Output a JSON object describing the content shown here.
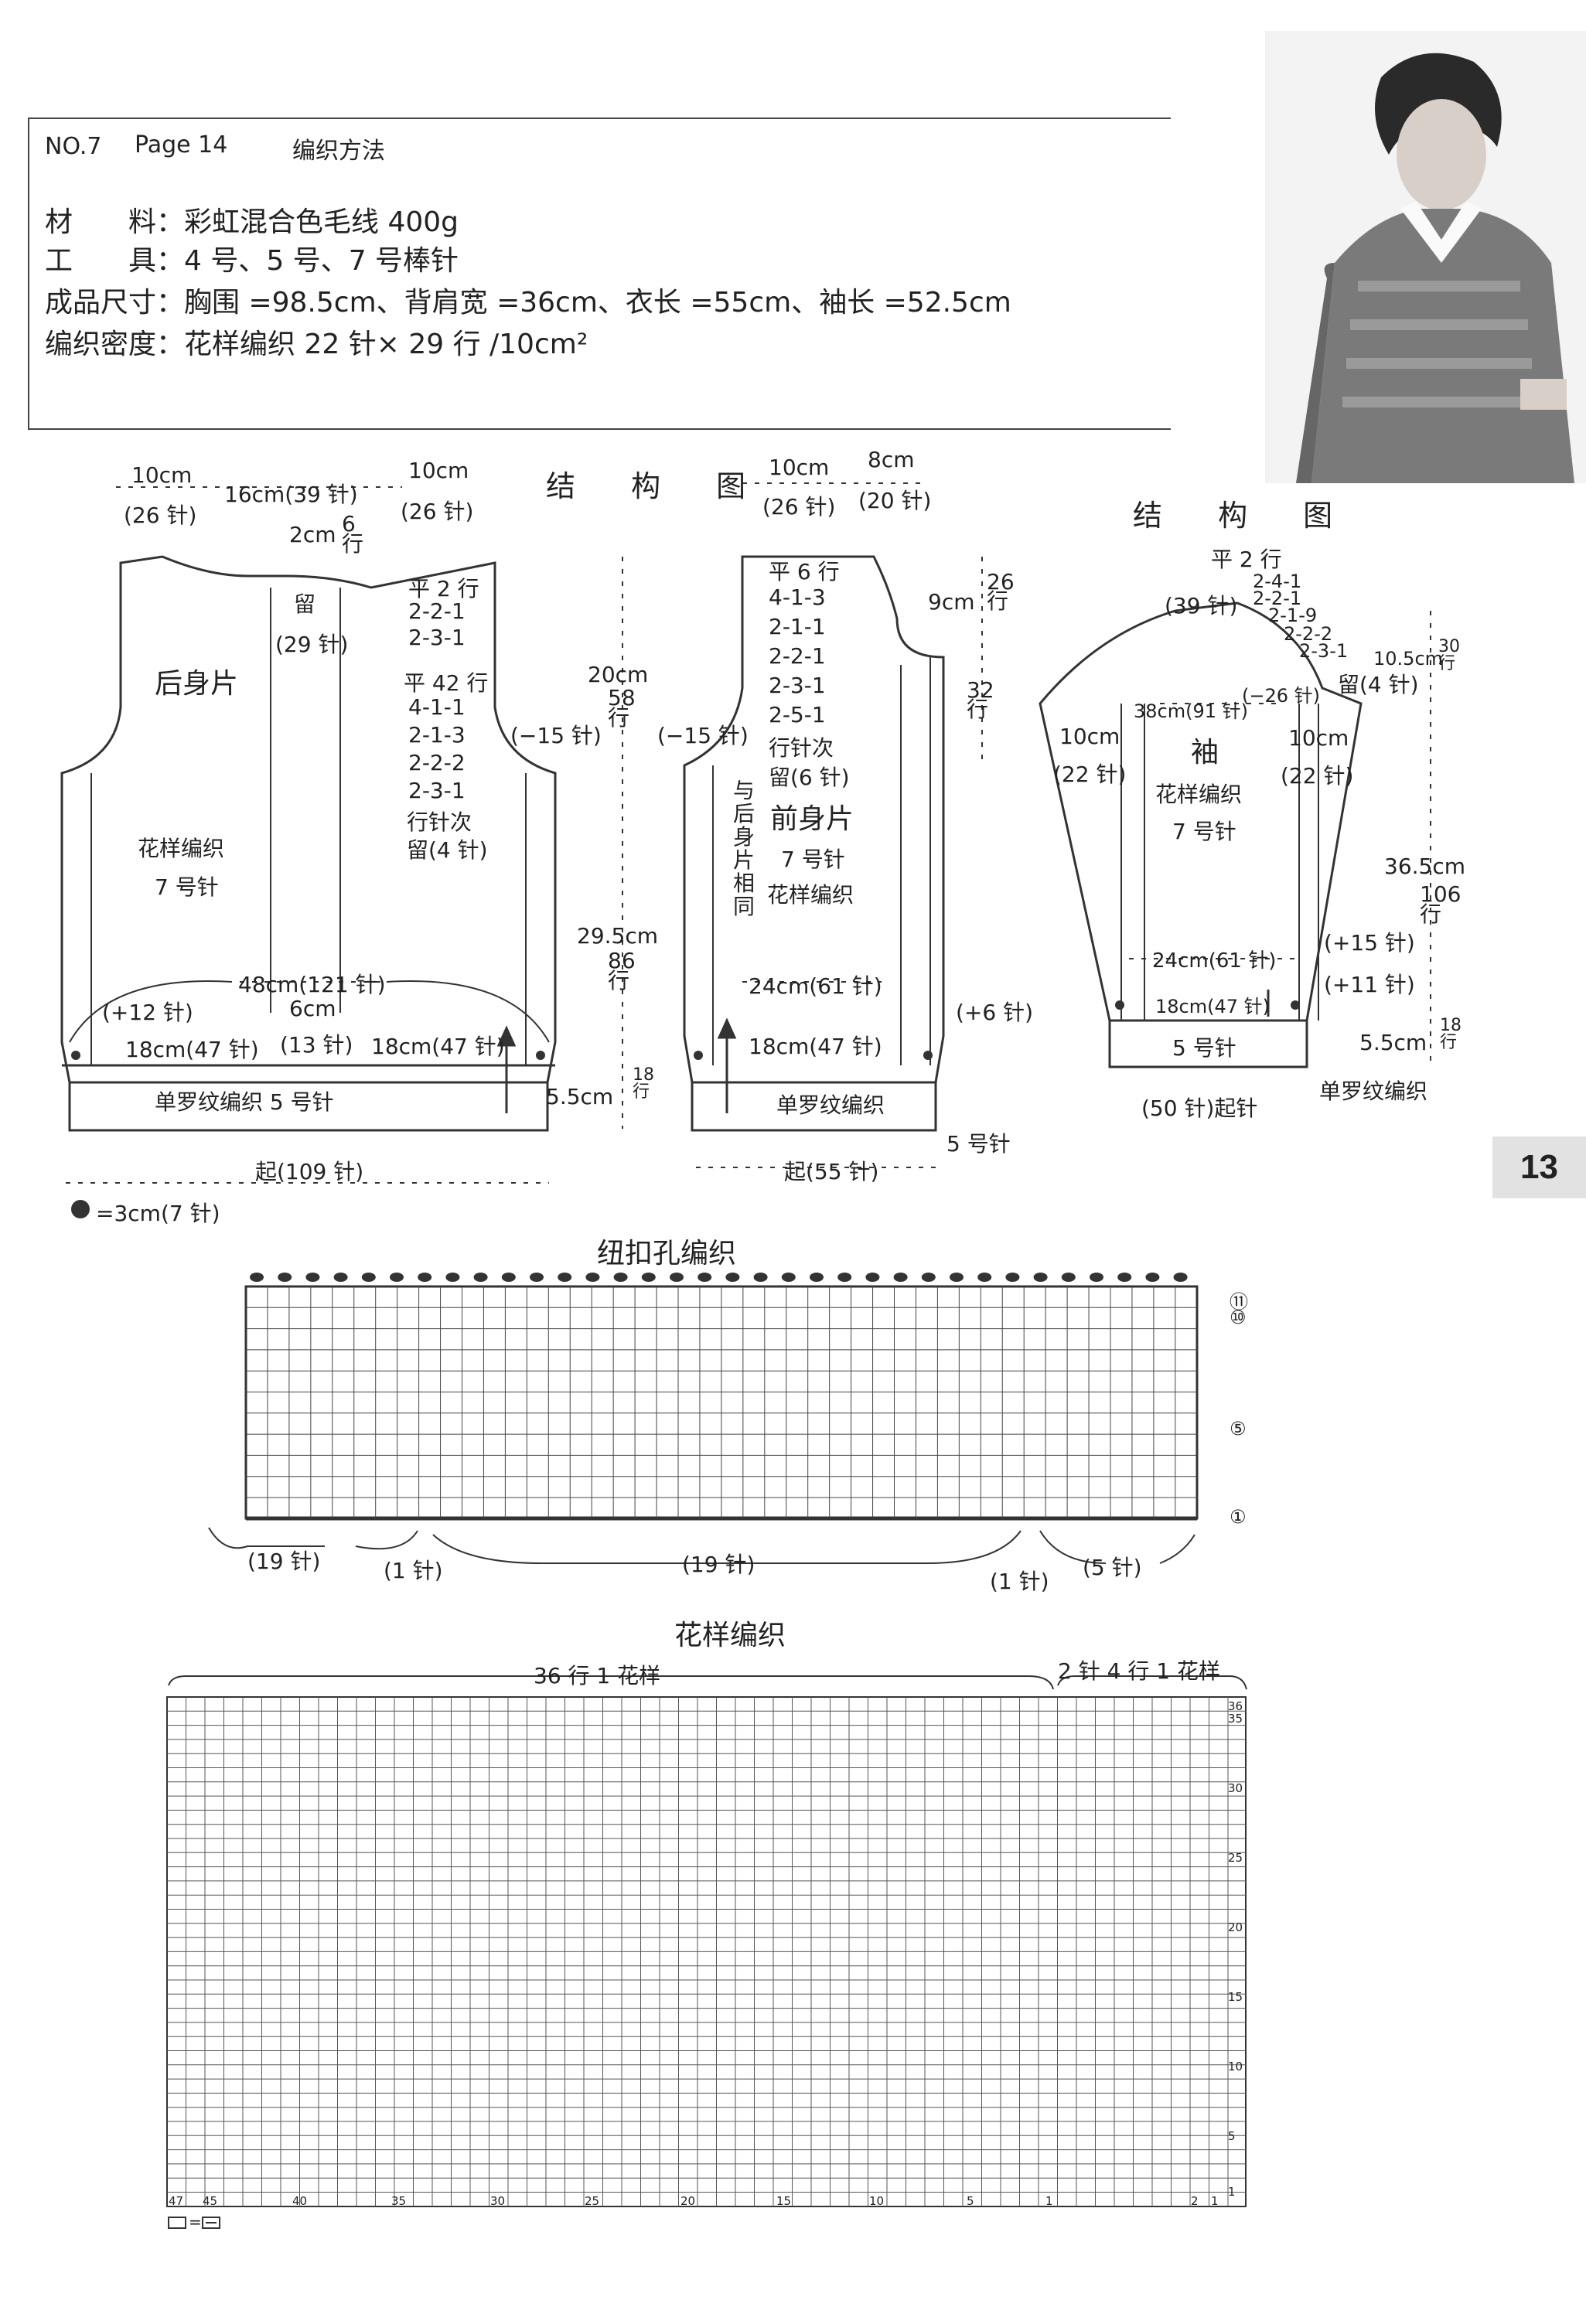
{
  "header": {
    "no": "NO.7",
    "page": "Page 14",
    "title": "编织方法"
  },
  "materials": [
    {
      "label": "材　　料：",
      "value": "彩虹混合色毛线 400g"
    },
    {
      "label": "工　　具：",
      "value": "4 号、5 号、7 号棒针"
    },
    {
      "label": "成品尺寸：",
      "value": "胸围 =98.5cm、背肩宽 =36cm、衣长 =55cm、袖长 =52.5cm"
    },
    {
      "label": "编织密度：",
      "value": "花样编织 22 针× 29 行 /10cm²"
    }
  ],
  "page_number": "13",
  "structure_title": "结 构 图",
  "back": {
    "name": "后身片",
    "pattern": "花样编织",
    "needle": "7 号针",
    "top_left": "10cm",
    "top_left_st": "(26 针)",
    "top_mid": "16cm(39 针)",
    "top_right": "10cm",
    "top_right_st": "(26 针)",
    "neck": "2cm",
    "neck_rows": "6行",
    "bind": "留",
    "bind_st": "(29 针)",
    "shoulder": [
      "平 2 行",
      "2-2-1",
      "2-3-1"
    ],
    "armhole": [
      "平 42 行",
      "4-1-1",
      "2-1-3",
      "2-2-2",
      "2-3-1",
      "行针次",
      "留(4 针)"
    ],
    "armhole_dec": "(−15 针)",
    "width": "48cm(121 针)",
    "inc": "(+12 针)",
    "mid": "6cm",
    "mid_st": "(13 针)",
    "side_left": "18cm(47 针)",
    "side_right": "18cm(47 针)",
    "rib": "单罗纹编织 5 号针",
    "cast_on": "起(109 针)",
    "height_armhole": "20cm",
    "rows_armhole": "58行",
    "height_body": "29.5cm",
    "rows_body": "86行",
    "height_rib": "5.5cm",
    "rows_rib": "18行"
  },
  "front": {
    "name": "前身片",
    "needle": "7 号针",
    "pattern": "花样编织",
    "same": "与后身片相同",
    "top_left": "10cm",
    "top_left_st": "(26 针)",
    "top_right": "8cm",
    "top_right_st": "(20 针)",
    "neck_h": "9cm",
    "neck_rows": "26行",
    "neck_rows2": "32行",
    "neck_dec": [
      "平 6 行",
      "4-1-3",
      "2-1-1",
      "2-2-1",
      "2-3-1",
      "2-5-1",
      "行针次",
      "留(6 针)"
    ],
    "armhole_dec": "(−15 针)",
    "width": "24cm(61 针)",
    "inc": "(+6 针)",
    "side": "18cm(47 针)",
    "rib": "单罗纹编织",
    "needle_rib": "5 号针",
    "cast_on": "起(55 针)"
  },
  "sleeve": {
    "name": "袖",
    "pattern": "花样编织",
    "needle": "7 号针",
    "cap_top": "平 2 行",
    "cap_st": "(39 针)",
    "cap": [
      "2-4-1",
      "2-2-1",
      "2-1-9",
      "2-2-2",
      "2-3-1"
    ],
    "cap_h": "10.5cm",
    "cap_rows": "30行",
    "bind": "留(4 针)",
    "width": "38cm(91 针)",
    "dec": "(−26 针)",
    "side_l": "10cm",
    "side_l_st": "(22 针)",
    "side_r": "10cm",
    "side_r_st": "(22 针)",
    "len": "36.5cm",
    "len_rows": "106行",
    "mid": "24cm(61 针)",
    "inc1": "(+15 针)",
    "inc2": "(+11 针)",
    "bottom": "18cm(47 针)",
    "cuff": "5 号针",
    "cuff_h": "5.5cm",
    "cuff_rows": "18行",
    "cast_on": "(50 针)起针",
    "rib": "单罗纹编织"
  },
  "dot_note": "=3cm(7 针)",
  "buttonhole": {
    "title": "纽扣孔编织",
    "rows": [
      "⑪",
      "⑩",
      "⑤",
      "①"
    ],
    "bottom": [
      "(19 针)",
      "(1 针)",
      "(19 针)",
      "(1 针)",
      "(5 针)"
    ]
  },
  "pattern_chart": {
    "title": "花样编织",
    "repeat_a": "36 行 1 花样",
    "repeat_b": "2 针 4 行 1 花样",
    "row_nums": [
      "36",
      "35",
      "30",
      "25",
      "20",
      "15",
      "10",
      "5",
      "1"
    ],
    "col_nums": [
      "47",
      "45",
      "40",
      "35",
      "30",
      "25",
      "20",
      "15",
      "10",
      "5",
      "1",
      "2",
      "1"
    ],
    "legend": "="
  }
}
